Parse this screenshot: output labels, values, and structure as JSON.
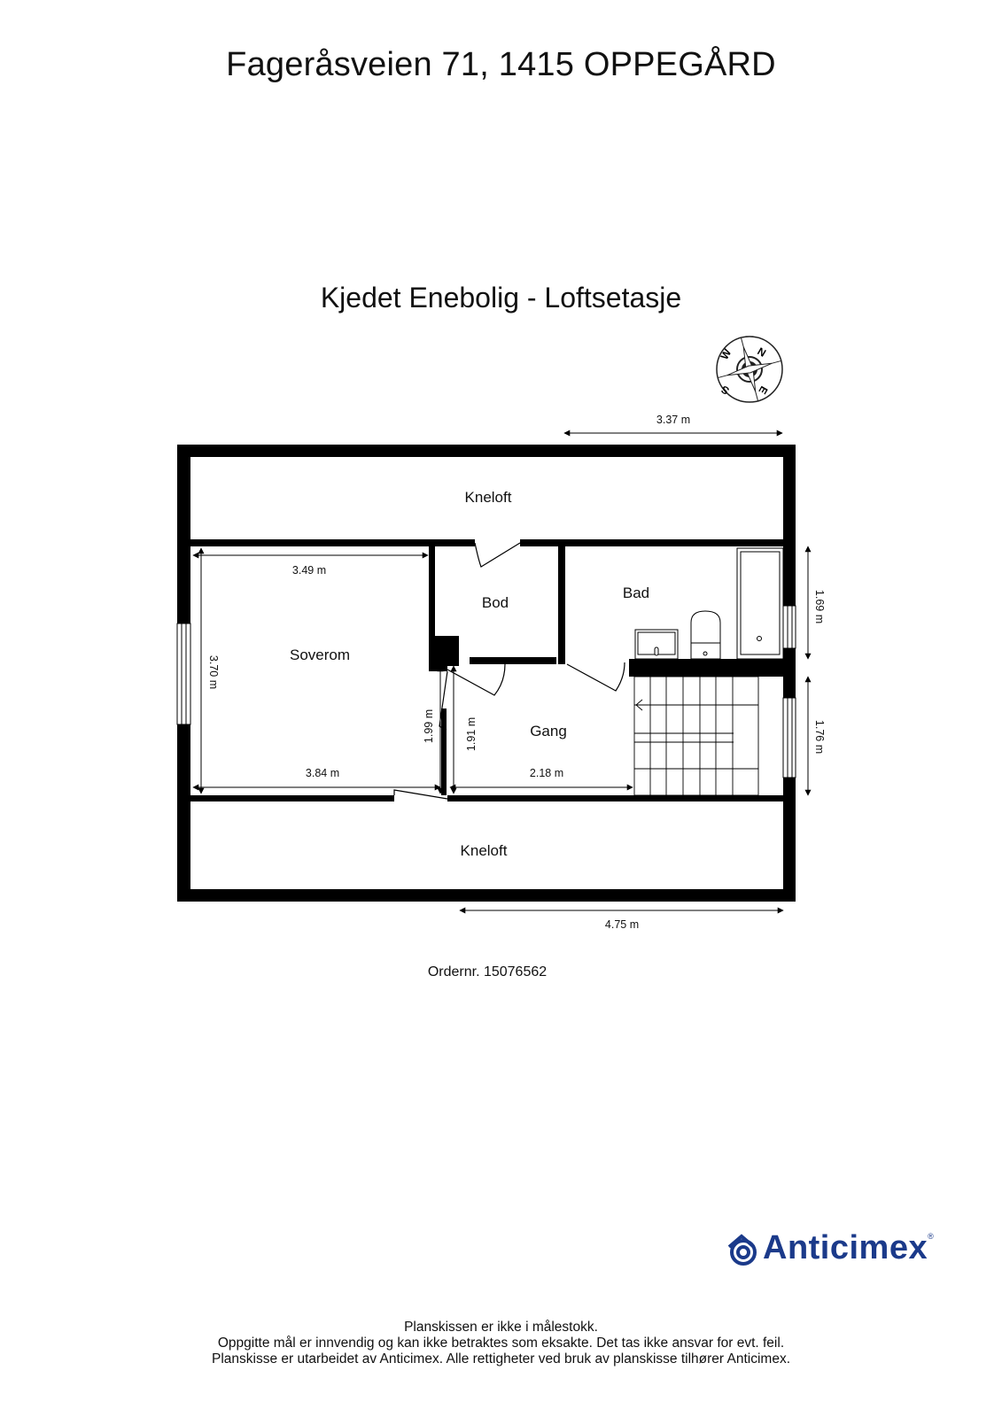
{
  "header": {
    "address": "Fageråsveien 71, 1415 OPPEGÅRD",
    "plan_title": "Kjedet Enebolig  - Loftsetasje"
  },
  "compass": {
    "icon": "compass-rose-icon",
    "labels": [
      "N",
      "E",
      "S",
      "W"
    ]
  },
  "rooms": {
    "kneloft_top": "Kneloft",
    "soverom": "Soverom",
    "bod": "Bod",
    "bad": "Bad",
    "gang": "Gang",
    "kneloft_bottom": "Kneloft"
  },
  "dimensions": {
    "top_right_width": "3.37 m",
    "soverom_top_width": "3.49 m",
    "soverom_height": "3.70 m",
    "soverom_bottom_width": "3.84 m",
    "soverom_door_wall": "1.99 m",
    "gang_height": "1.91 m",
    "gang_width": "2.18 m",
    "bad_height": "1.69 m",
    "stair_height": "1.76 m",
    "bottom_width": "4.75 m"
  },
  "order": {
    "label": "Ordernr. 15076562"
  },
  "brand": {
    "name": "Anticimex",
    "registered": "®",
    "color": "#1b3a8a"
  },
  "footer": {
    "line1": "Planskissen er ikke i målestokk.",
    "line2": "Oppgitte mål er innvendig og kan ikke betraktes som eksakte. Det tas ikke ansvar for evt. feil.",
    "line3": "Planskisse er utarbeidet av Anticimex. Alle rettigheter ved bruk av planskisse tilhører Anticimex."
  }
}
